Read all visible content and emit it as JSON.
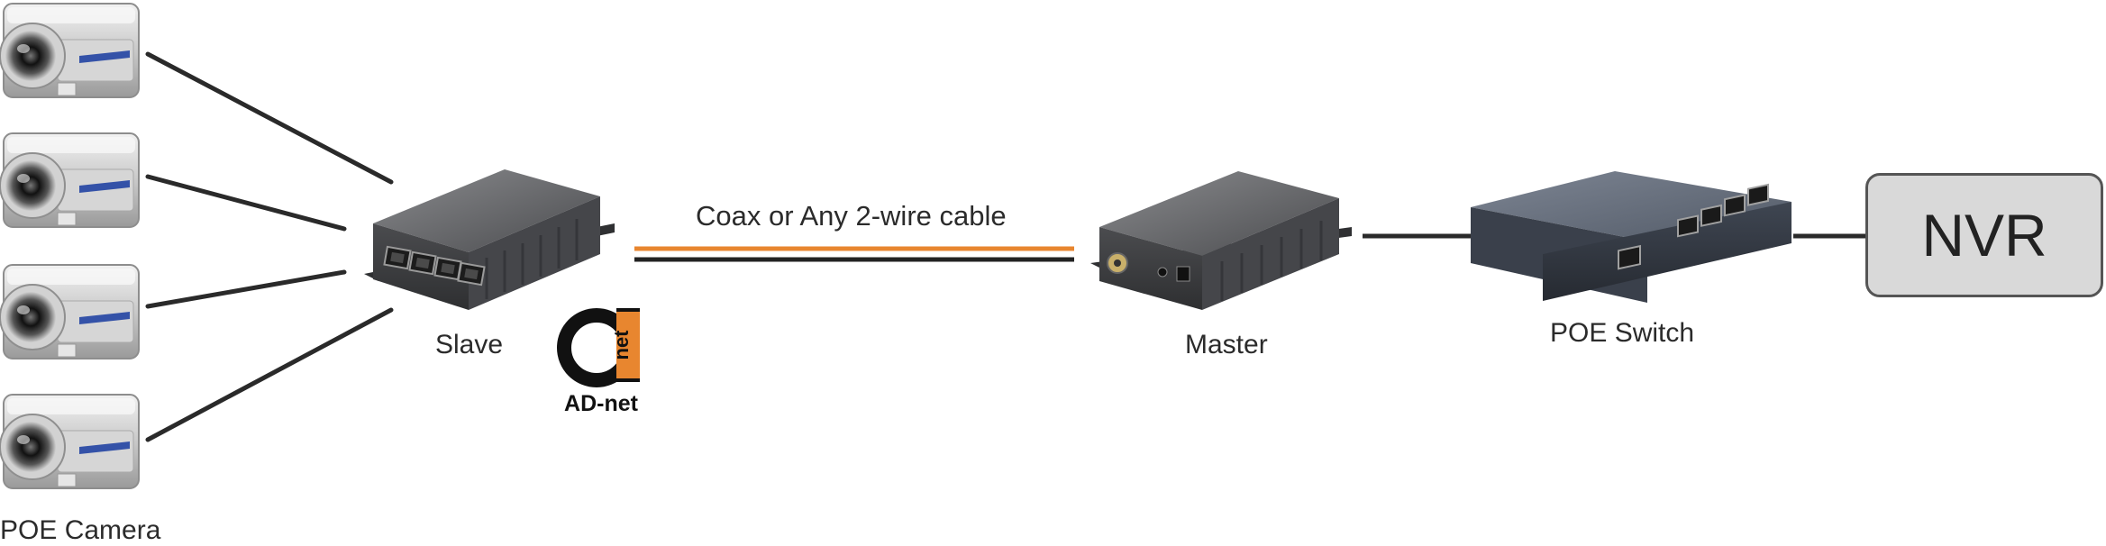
{
  "labels": {
    "camera": "POE Camera",
    "slave": "Slave",
    "cable": "Coax or Any 2-wire cable",
    "master": "Master",
    "poe_switch": "POE Switch",
    "nvr": "NVR"
  },
  "logo": {
    "mark": "net",
    "brand": "AD-net"
  },
  "colors": {
    "cable_orange": "#e8862f",
    "cable_black": "#222222",
    "device_body": "#5b5c5f",
    "nvr_fill": "#d9d9d9"
  },
  "icons": {
    "camera": "poe-camera-icon",
    "slave": "slave-device-icon",
    "master": "master-device-icon",
    "switch": "poe-switch-icon"
  }
}
